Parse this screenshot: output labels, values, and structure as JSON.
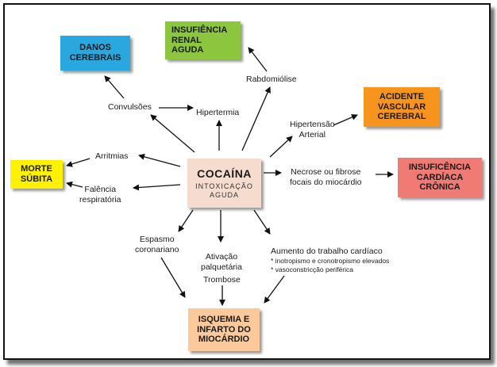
{
  "center": {
    "title": "COCAÍNA",
    "subtitle_line1": "INTOXICAÇÃO",
    "subtitle_line2": "AGUDA"
  },
  "outcomes": {
    "danos": [
      "DANOS",
      "CEREBRAIS"
    ],
    "renal": [
      "INSUFIÊNCIA",
      "RENAL",
      "AGUDA"
    ],
    "avc": [
      "ACIDENTE",
      "VASCULAR",
      "CEREBRAL"
    ],
    "morte": [
      "MORTE",
      "SÚBITA"
    ],
    "icc": [
      "INSUFICÊNCIA",
      "CARDÍACA",
      "CRÔNICA"
    ],
    "isquemia": [
      "ISQUEMIA E",
      "INFARTO DO",
      "MIOCÁRDIO"
    ]
  },
  "mechanisms": {
    "convulsoes": "Convulsões",
    "hipertermia": "Hipertermia",
    "rabdomiolise": "Rabdomiólise",
    "hipertensao": [
      "Hipertensão",
      "Arterial"
    ],
    "arritmias": "Arritmias",
    "falencia": [
      "Falência",
      "respiratória"
    ],
    "necrose": [
      "Necrose ou fibrose",
      "focais do miocárdio"
    ],
    "espasmo": [
      "Espasmo",
      "coronariano"
    ],
    "ativacao": [
      "Ativação",
      "palquetária"
    ],
    "trombose": "Trombose",
    "aumento": "Aumento do trabalho cardíaco",
    "aumento_notes": [
      "* inotropismo e cronotropismo elevados",
      "* vasoconstricção periférica"
    ]
  },
  "colors": {
    "center_fill": "#f5dccf",
    "danos": "#29a8e0",
    "renal": "#8cc63f",
    "avc": "#f7941d",
    "morte": "#fff200",
    "icc": "#f07a74",
    "isquemia": "#fbc99a",
    "arrow": "#111111"
  }
}
